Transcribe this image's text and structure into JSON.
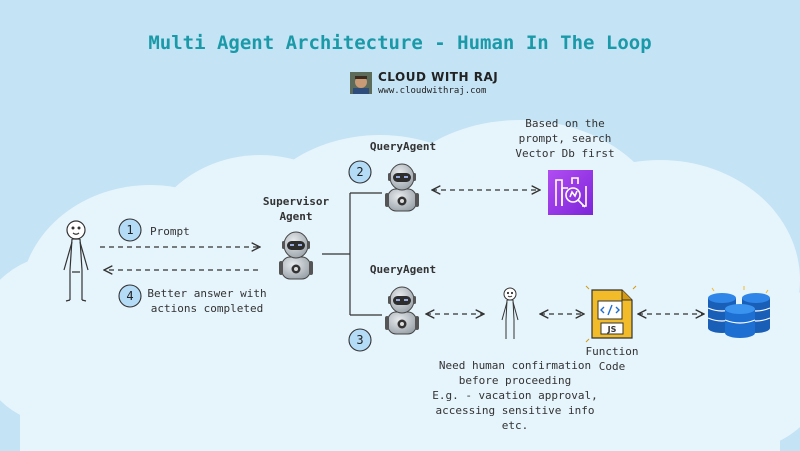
{
  "title": "Multi Agent Architecture - Human In The Loop",
  "brand": {
    "name": "CLOUD WITH RAJ",
    "url": "www.cloudwithraj.com"
  },
  "steps": {
    "step1": {
      "number": "1",
      "label": "Prompt"
    },
    "step2": {
      "number": "2"
    },
    "step3": {
      "number": "3"
    },
    "step4": {
      "number": "4",
      "line1": "Better answer with",
      "line2": "actions completed"
    }
  },
  "supervisor": {
    "line1": "Supervisor",
    "line2": "Agent"
  },
  "query_agent_top": {
    "label": "QueryAgent"
  },
  "query_agent_bottom": {
    "label": "QueryAgent"
  },
  "vector_note": {
    "line1": "Based on the",
    "line2": "prompt, search",
    "line3": "Vector Db first"
  },
  "function_code": {
    "line1": "Function",
    "line2": "Code",
    "file_label": "JS"
  },
  "human_note": {
    "line1": "Need human confirmation",
    "line2": "before proceeding",
    "line3": "E.g. - vacation approval,",
    "line4": "accessing sensitive info etc."
  },
  "colors": {
    "background": "#c4e3f5",
    "cloud": "#e6f4fc",
    "title": "#1a9aa8",
    "step_circle": "#b4dcf6",
    "vector_icon": "#9b2fe0",
    "function_icon": "#f2bb2a",
    "database": "#1d6fd1"
  },
  "icons": [
    "user-icon",
    "robot-icon",
    "vector-search-icon",
    "code-file-icon",
    "database-icon",
    "person-icon",
    "avatar"
  ]
}
